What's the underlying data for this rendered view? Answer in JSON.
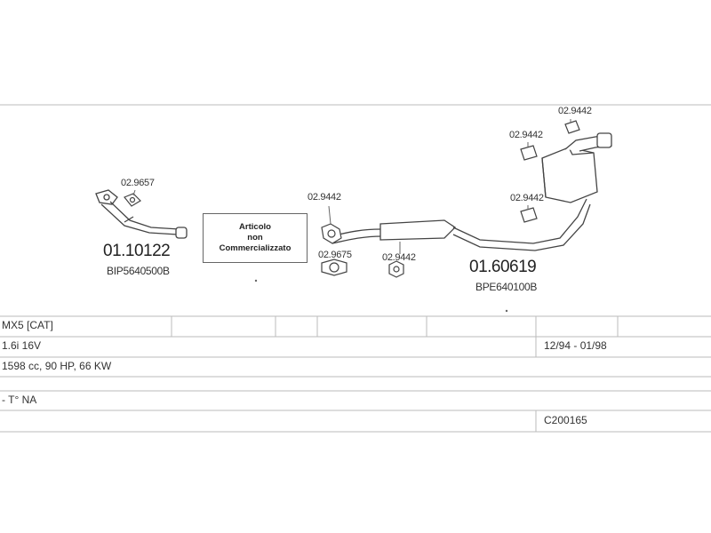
{
  "diagram": {
    "parts": [
      {
        "code": "02.9657"
      },
      {
        "code": "01.10122",
        "ref": "BIP5640500B"
      },
      {
        "code": "02.9442"
      },
      {
        "code": "02.9675"
      },
      {
        "code": "02.9442"
      },
      {
        "code": "01.60619",
        "ref": "BPE640100B"
      },
      {
        "code": "02.9442"
      },
      {
        "code": "02.9442"
      },
      {
        "code": "02.9442"
      }
    ],
    "note_box": [
      "Articolo",
      "non",
      "Commercializzato"
    ]
  },
  "table": {
    "model": "MX5  [CAT]",
    "engine": "1.6i 16V",
    "period": "12/94 - 01/98",
    "specs": "1598 cc, 90 HP, 66 KW",
    "note": "- T° NA",
    "code": "C200165"
  }
}
